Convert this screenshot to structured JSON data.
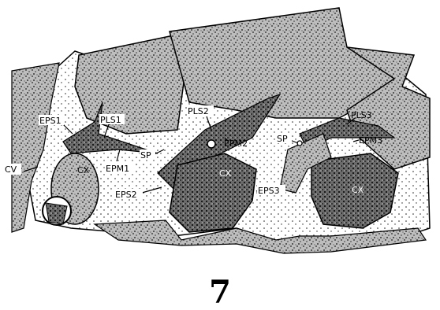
{
  "figure_number": "7",
  "labels": {
    "eps1": "EPS1",
    "pls1": "PLS1",
    "cv": "CV",
    "cx1": "CX",
    "epm1": "EPM1",
    "sp1": "SP",
    "eps2": "EPS2",
    "pls2": "PLS2",
    "epm2": "EPM2",
    "cx2": "CX",
    "sp2": "SP",
    "pls3": "PLS3",
    "epm3": "EPM3",
    "eps3": "EPS3",
    "cx3": "CX"
  }
}
